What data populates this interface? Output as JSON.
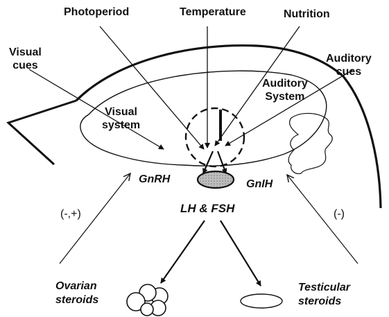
{
  "labels": {
    "photoperiod": "Photoperiod",
    "temperature": "Temperature",
    "nutrition": "Nutrition",
    "visual_cues": "Visual\ncues",
    "auditory_cues": "Auditory\ncues",
    "auditory_system": "Auditory\nSystem",
    "visual_system": "Visual\nsystem",
    "gnrh": "GnRH",
    "gnih": "GnIH",
    "lh_fsh": "LH & FSH",
    "neg_pos": "(-,+)",
    "neg": "(-)",
    "ovarian_steroids": "Ovarian\nsteroids",
    "testicular_steroids": "Testicular\nsteroids"
  },
  "colors": {
    "ink": "#111111",
    "pituitary_fill": "#bdbdbd"
  }
}
